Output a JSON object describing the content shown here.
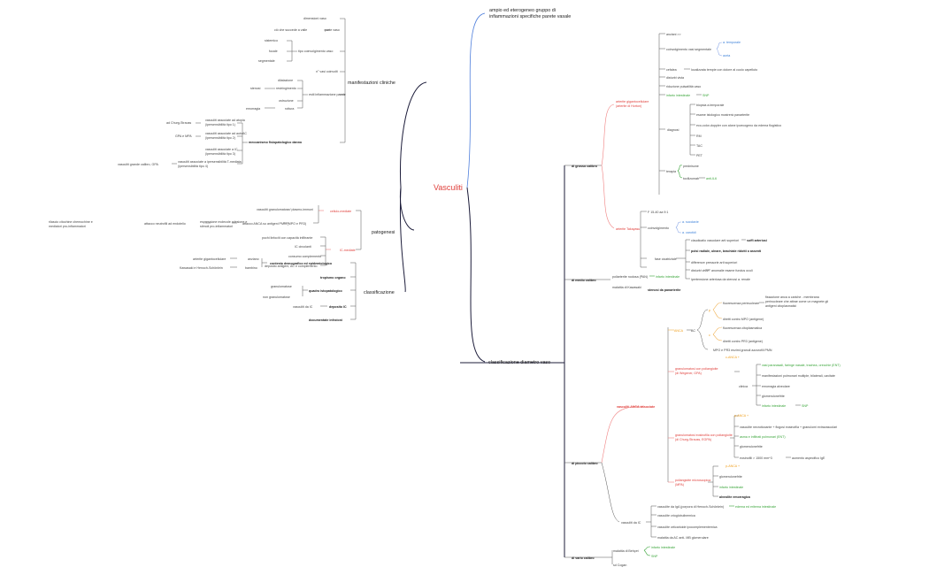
{
  "center": "Vasculiti",
  "right_top": "ampio ed eterogeneo gruppo di infiammazioni specifiche parete vasale",
  "left": {
    "manifestazioni": {
      "label": "manifestazioni cliniche",
      "items": [
        "dimensioni vaso",
        "ciò che succede a valle",
        "parte vaso",
        "sistemico",
        "focale",
        "tipo coinvolgimento vaso",
        "segmentale",
        "n° vasi coinvolti",
        "dilatazione",
        "stenosi",
        "restringimento",
        "esiti infiammazione parete",
        "ostruzione",
        "emorragia",
        "rottura"
      ],
      "meccanismo": "meccanismo fisiopatologico danno",
      "tipi": [
        [
          "ad Churg-Strauss",
          "vasculiti associate ad ",
          "atopia",
          "(ipersensibilità tipo 1)"
        ],
        [
          "GPA e MPA",
          "vasculiti associate ad ",
          "autoAC",
          "(ipersensibilità tipo 2)"
        ],
        [
          "",
          "vasculiti associate a ",
          "IC",
          "(ipersensibilità tipo 3)"
        ],
        [
          "vasculiti grande calibro, GPA",
          "vasculiti associate a ",
          "ipersensibilità T-mediata",
          "(ipersensibilità tipo 4)"
        ]
      ]
    },
    "patogenesi": {
      "label": "patogenesi",
      "cellulo": "cellulo-mediate",
      "cellulo_items": [
        "vasculiti granulomatose/ plasmo-immuni",
        "attacco ANCA su antigeni PMN (MPO e PR3)",
        "espressione molecole adesione e stimoli pro-infiammatori",
        "attacco neutrofili ad endotelio",
        "rilascio citochine chemochine e mediatori pro-infiammatori"
      ],
      "ic": "IC-mediate",
      "ic_items": [
        "pochi linfociti con capacità infiltrante",
        "IC circolanti",
        "consumo complemento",
        "deposito antigeni, AC e complemento"
      ]
    },
    "classificazione": {
      "label": "classificazione",
      "contesto": "contesto demografico ed epidemiologico",
      "contesto_items": [
        "arterite gigantocellulare",
        "anziano",
        "Kawasaki e Henoch-Schönlein",
        "bambino"
      ],
      "tropismo": "tropismo organo",
      "quadro": "quadro istopatologico",
      "quadro_items": [
        "granulomatose",
        "non granulomatose"
      ],
      "deposito": "deposito IC",
      "deposito_item": "vasculiti da IC",
      "infezioni": "documentate infezioni"
    }
  },
  "right": {
    "main": "classificazione diametro vaso",
    "grosso": {
      "label": "di grosso calibro",
      "arterite_gc": "arterite gigantocellulare (arterite di Horton)",
      "gc_items": [
        "anziani >>",
        "coinvolgimento",
        "vasi segmentale",
        "a. temporale",
        "aorta",
        "cefalea",
        "localizzata tempie con dolore al cuoio capelluto",
        "disturbi vista",
        "riduzione pulsatilità vaso",
        "infarto intestinale",
        "SNP",
        "biopsia a.temporale",
        "esame istologico mostrerà ",
        "panarterite",
        "eco-color-doppler con ",
        "alone ipoecogeno",
        " da edema flogistico",
        "RM",
        "TAC",
        "PET",
        "diagnosi",
        "terapia",
        "prednisone",
        "tocilizumab",
        "anti-IL6"
      ],
      "takayasu": "arterite Takayasu",
      "tak_items": [
        "F 15-40 aa 9:1",
        "coinvolgimento",
        "a. succlavie",
        "a. carotidi",
        "claudicatio vascolare arti superiori",
        "soffi arteriosi",
        "polsi radiale, ulnare, brachiale ridotti o assenti",
        "fase cicatriziale",
        "differenze pressorie arti superiori",
        "disturbi visivi",
        "anomalie esame fundus oculi",
        "ipertensione arteriosa da stenosi a. renale",
        "stenosi da panarterite"
      ]
    },
    "medio": {
      "label": "di medio calibro",
      "items": [
        "poliarterite nodosa (PAN)",
        "infarto intestinale",
        "malattia di Kawasaki"
      ]
    },
    "piccolo": {
      "label": "di piccolo calibro",
      "anca": "vasculiti ANCA-associate",
      "anca_items": [
        "ANCA",
        "AC",
        "p",
        "c",
        "fluorescenza perinucleare",
        "fissazione anca a cariche - membrana perinucleare che attrae come un magnete gli antigeni citoplasmatici",
        "diretti contro MPO (antigene)",
        "fluorescenza citoplasmatica",
        "diretti contro PR3 (antigene)",
        "MPO e PR3 enzimi granuli azzurofili PMN",
        "c-ANCA +",
        "granulomatosi con poliangioite (di Wegener, GPA)",
        "vasi paranasali, faringe nasale, trachea, orecchie (ENT)",
        "manifestazioni polmonari multiple, bilaterali, cavitate",
        "clinica",
        "emorragia alveolare",
        "glomerulonefrite",
        "infarto intestinale",
        "SNP",
        "p-ANCA +",
        "granulomatosi eosinofila con poliangioite (di Churg-Strauss, EGPA)",
        "vasculite necrotizzante + flogosi eosinofila + granulomi extravascolari",
        "asma e infiltrati polmonari (ENT)",
        "glomerulonefrite",
        "eosinofili > 1500 mm^3",
        "aumento aspecifico IgE",
        "p-ANCA +",
        "poliangioite microscopica (MPA)",
        "glomerulonefrite",
        "infarto intestinale",
        "alveolite emorragica"
      ],
      "ic": "vasculiti da IC",
      "ic_items": [
        "vasculite da IgA (porpora di Henoch-Schönlein)",
        "edema ed eritema intestinale",
        "vasculite crioglobulinemica",
        "vasculite orticarioide ipocomplementemica",
        "malattia da AC anti- MB glomerulare"
      ]
    },
    "vario": {
      "label": "di vario calibro",
      "items": [
        "malattia di Behçet",
        "infarto intestinale",
        "SNP",
        "sd Cogan"
      ]
    }
  }
}
